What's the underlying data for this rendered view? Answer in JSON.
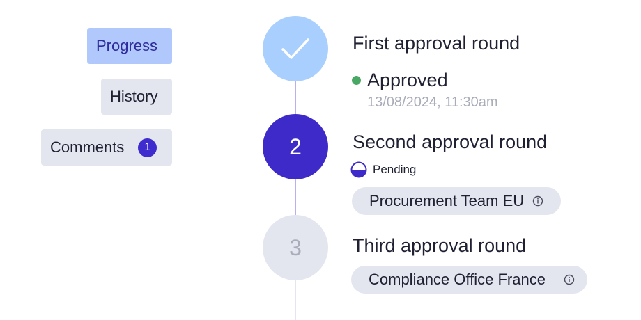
{
  "tabs": {
    "progress": "Progress",
    "history": "History",
    "comments": "Comments",
    "comments_count": "1"
  },
  "timeline": {
    "rounds": [
      {
        "title": "First approval round",
        "status": "Approved",
        "timestamp": "13/08/2024, 11:30am",
        "step_icon": "check-icon"
      },
      {
        "title": "Second approval round",
        "number": "2",
        "status": "Pending",
        "assignee": "Procurement Team EU",
        "status_icon": "half-filled-circle-icon"
      },
      {
        "title": "Third approval round",
        "number": "3",
        "assignee": "Compliance Office France"
      }
    ]
  },
  "colors": {
    "accent": "#3d2ac8",
    "active_tab_bg": "#b0c8fb",
    "completed_step": "#a8cffd",
    "approved_dot": "#4aa865",
    "neutral_bg": "#e3e6ef",
    "muted_text": "#a9acb9"
  }
}
